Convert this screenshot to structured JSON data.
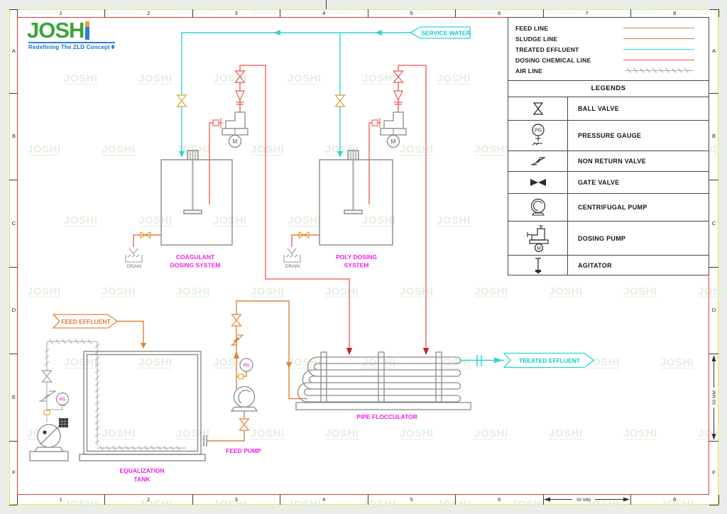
{
  "title_block": {
    "brand": "JOSH",
    "tagline": "Redefining The ZLD Concept"
  },
  "watermark": {
    "text": "JOSHI"
  },
  "grid": {
    "columns": [
      "1",
      "2",
      "3",
      "4",
      "5",
      "6",
      "7",
      "8"
    ],
    "rows": [
      "A",
      "B",
      "C",
      "D",
      "E",
      "F"
    ],
    "scale_h": "50 MM",
    "scale_v": "50 MM"
  },
  "line_legend": {
    "items": [
      {
        "label": "FEED LINE",
        "color": "#e0823a",
        "style": "solid"
      },
      {
        "label": "SLUDGE  LINE",
        "color": "#cd7a40",
        "style": "solid"
      },
      {
        "label": "TREATED EFFLUENT",
        "color": "#2fd8d8",
        "style": "solid"
      },
      {
        "label": "DOSING CHEMICAL  LINE",
        "color": "#ef5b52",
        "style": "solid"
      },
      {
        "label": "AIR  LINE",
        "color": "#a9a9a9",
        "style": "zigzag"
      }
    ]
  },
  "legend": {
    "title": "LEGENDS",
    "items": [
      {
        "icon": "ball-valve-icon",
        "label": "BALL VALVE"
      },
      {
        "icon": "pressure-gauge-icon",
        "label": "PRESSURE GAUGE",
        "icon_text": "PG"
      },
      {
        "icon": "non-return-valve-icon",
        "label": "NON RETURN VALVE"
      },
      {
        "icon": "gate-valve-icon",
        "label": "GATE VALVE"
      },
      {
        "icon": "centrifugal-pump-icon",
        "label": "CENTRIFUGAL PUMP"
      },
      {
        "icon": "dosing-pump-icon",
        "label": "DOSING PUMP",
        "icon_text": "M"
      },
      {
        "icon": "agitator-icon",
        "label": "AGITATOR"
      }
    ]
  },
  "diagram": {
    "banners": {
      "service_water": "SERVICE WATER",
      "feed_effluent": "FEED EFFLUENT",
      "treated_effluent": "TREATED EFFLUENT"
    },
    "labels": {
      "coagulant_line1": "COAGULANT",
      "coagulant_line2": "DOSING SYSTEM",
      "poly_line1": "POLY DOSING",
      "poly_line2": "SYSTEM",
      "equalization_line1": "EQUALIZATION",
      "equalization_line2": "TANK",
      "feed_pump": "FEED PUMP",
      "pipe_flocculator": "PIPE FLOCCULATOR",
      "drain": "DRAIN",
      "motor": "M",
      "pressure_gauge": "PG"
    },
    "colors": {
      "feed_line": "#e0823a",
      "dosing_line": "#ea574e",
      "treated_line": "#2ed5d5",
      "air_line": "#a9a9a9",
      "service_valve": "#d8a42a",
      "equipment": "#8a8a8a",
      "label_magenta": "#ee1cee"
    }
  }
}
